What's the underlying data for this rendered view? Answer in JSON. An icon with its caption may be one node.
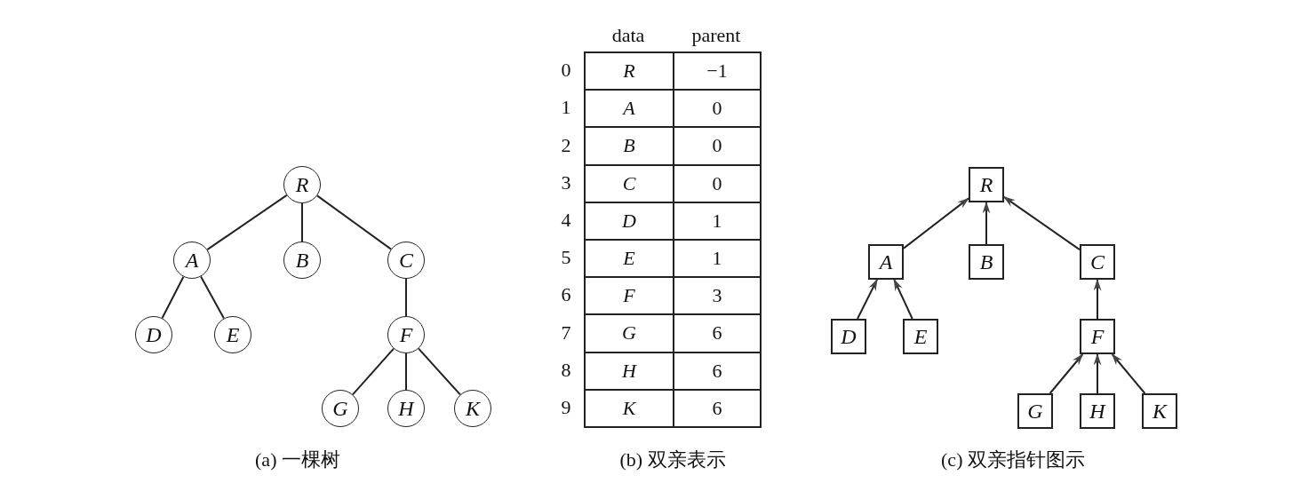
{
  "diagram": {
    "nodes": [
      {
        "text": [
          "R"
        ]
      },
      {
        "text": [
          "A"
        ]
      },
      {
        "text": [
          "B"
        ]
      },
      {
        "text": [
          "C"
        ]
      },
      {
        "text": [
          "D"
        ]
      },
      {
        "text": [
          "E"
        ]
      },
      {
        "text": [
          "F"
        ]
      },
      {
        "text": [
          "G"
        ]
      },
      {
        "text": [
          "H"
        ]
      },
      {
        "text": [
          "K"
        ]
      },
      {
        "text": [
          "R"
        ]
      },
      {
        "text": [
          "A"
        ]
      },
      {
        "text": [
          "B"
        ]
      },
      {
        "text": [
          "C"
        ]
      },
      {
        "text": [
          "D"
        ]
      },
      {
        "text": [
          "E"
        ]
      },
      {
        "text": [
          "F"
        ]
      },
      {
        "text": [
          "G"
        ]
      },
      {
        "text": [
          "H"
        ]
      },
      {
        "text": [
          "K"
        ]
      }
    ],
    "edges": [
      {
        "from": 0,
        "to": 1,
        "arrow": "none"
      },
      {
        "from": 0,
        "to": 2,
        "arrow": "none"
      },
      {
        "from": 0,
        "to": 3,
        "arrow": "none"
      },
      {
        "from": 1,
        "to": 4,
        "arrow": "none"
      },
      {
        "from": 1,
        "to": 5,
        "arrow": "none"
      },
      {
        "from": 3,
        "to": 6,
        "arrow": "none"
      },
      {
        "from": 6,
        "to": 7,
        "arrow": "none"
      },
      {
        "from": 6,
        "to": 8,
        "arrow": "none"
      },
      {
        "from": 6,
        "to": 9,
        "arrow": "none"
      },
      {
        "from": 11,
        "to": 10,
        "arrow": "to"
      },
      {
        "from": 12,
        "to": 10,
        "arrow": "to"
      },
      {
        "from": 13,
        "to": 10,
        "arrow": "to"
      },
      {
        "from": 14,
        "to": 11,
        "arrow": "to"
      },
      {
        "from": 15,
        "to": 11,
        "arrow": "to"
      },
      {
        "from": 16,
        "to": 13,
        "arrow": "to"
      },
      {
        "from": 17,
        "to": 16,
        "arrow": "to"
      },
      {
        "from": 18,
        "to": 16,
        "arrow": "to"
      },
      {
        "from": 19,
        "to": 16,
        "arrow": "to"
      }
    ],
    "labels": [
      "data",
      "parent",
      "0",
      "R",
      "−1",
      "1",
      "A",
      "0",
      "2",
      "B",
      "0",
      "3",
      "C",
      "0",
      "4",
      "D",
      "1",
      "5",
      "E",
      "1",
      "6",
      "F",
      "3",
      "7",
      "G",
      "6",
      "8",
      "H",
      "6",
      "9",
      "K",
      "6",
      "(a) 一棵树",
      "(b) 双亲表示",
      "(c) 双亲指针图示"
    ]
  }
}
